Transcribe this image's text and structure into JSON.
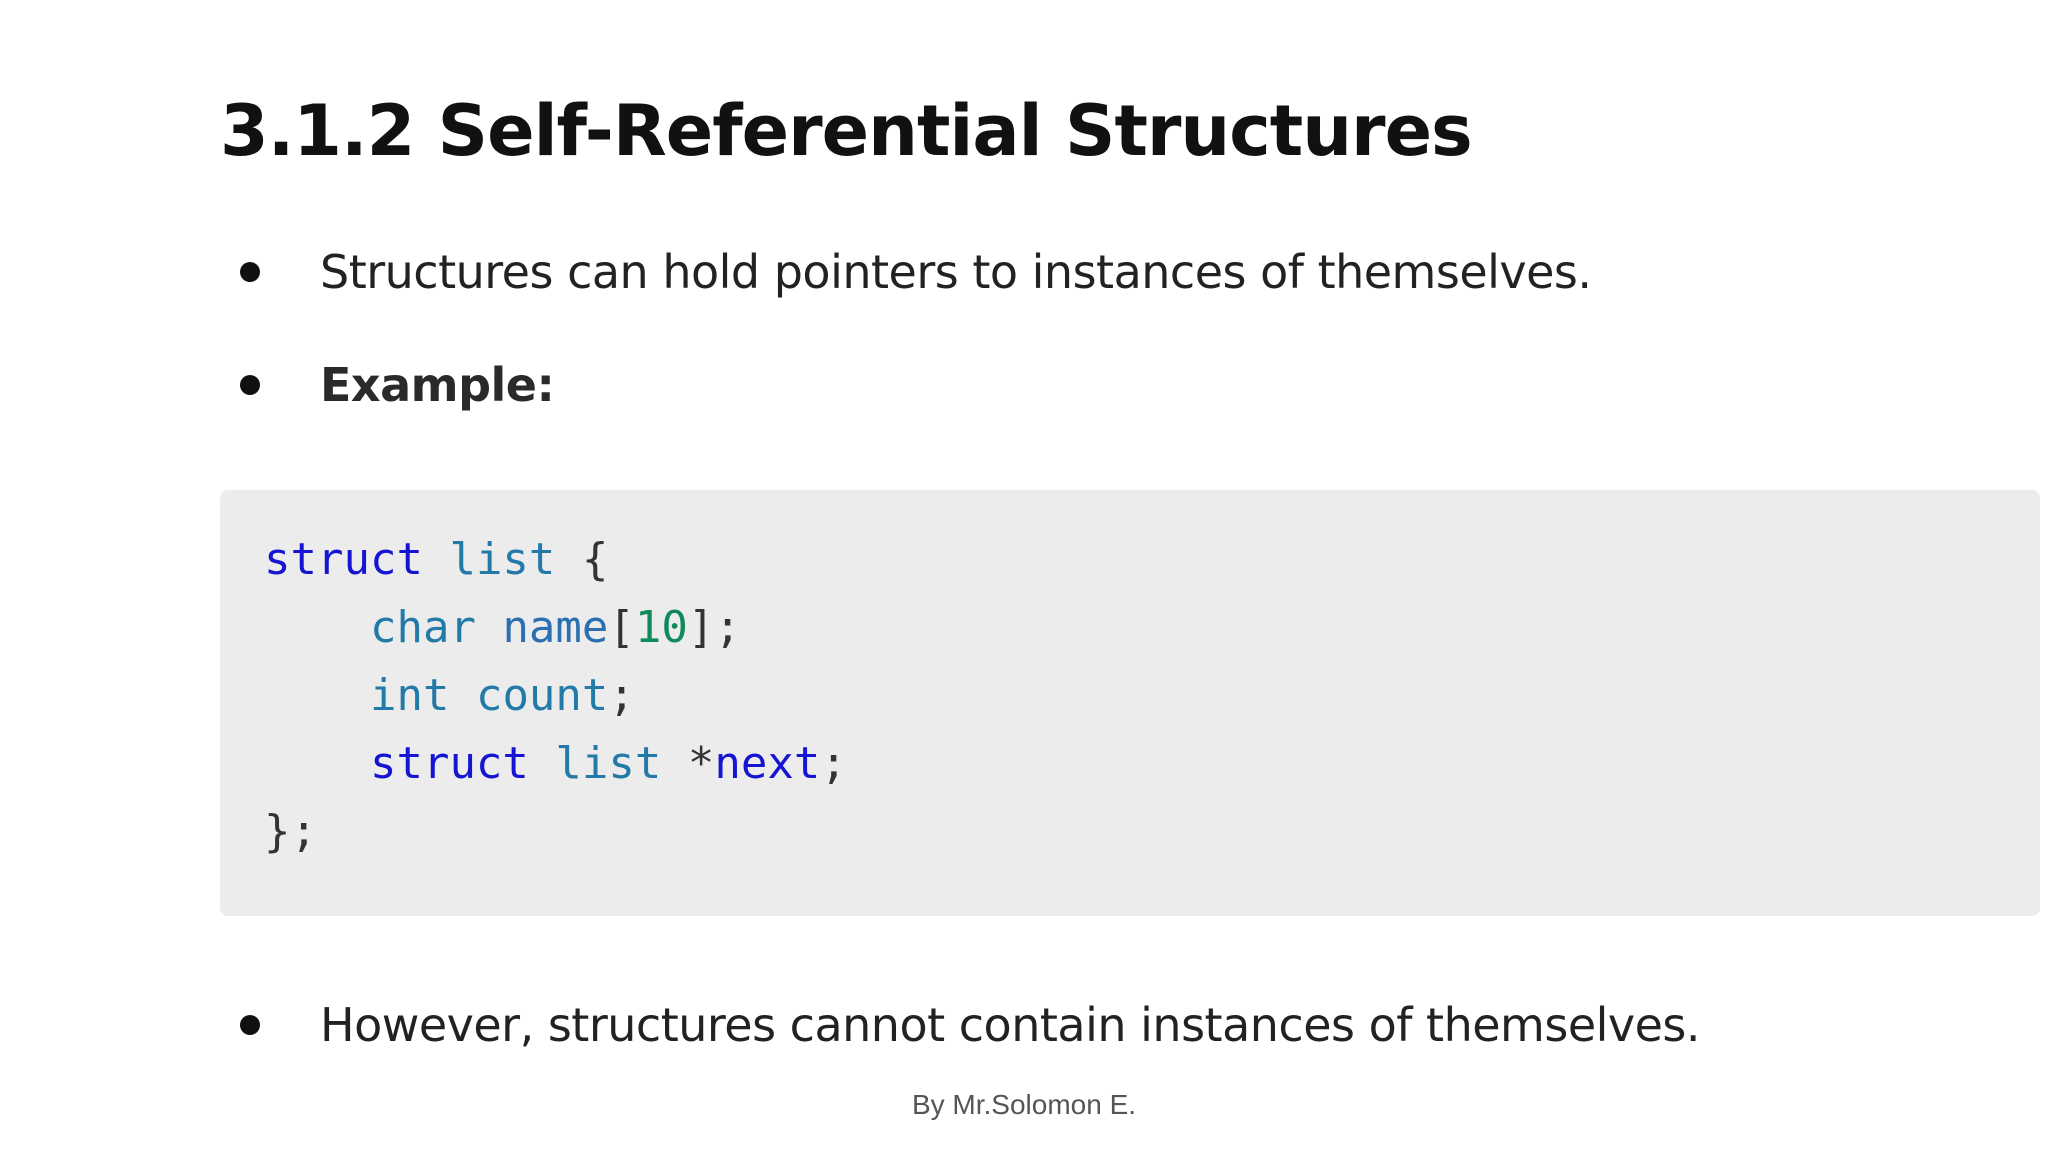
{
  "slide": {
    "title": "3.1.2 Self-Referential Structures",
    "bullets": [
      "Structures can hold pointers to instances of themselves.",
      "Example:",
      "However, structures cannot contain instances of themselves."
    ],
    "code": {
      "line1": {
        "kw": "struct",
        "sp1": " ",
        "name": "list",
        "sp2": " ",
        "brace": "{"
      },
      "line2": {
        "indent": "    ",
        "type": "char",
        "sp1": " ",
        "name": "name",
        "open": "[",
        "num": "10",
        "close": "];"
      },
      "line3": {
        "indent": "    ",
        "type": "int",
        "sp1": " ",
        "name": "count",
        "semi": ";"
      },
      "line4": {
        "indent": "    ",
        "kw": "struct",
        "sp1": " ",
        "type": "list",
        "sp2": " ",
        "star": "*",
        "name": "next",
        "semi": ";"
      },
      "line5": {
        "close": "};"
      }
    },
    "footer": "By Mr.Solomon E."
  },
  "colors": {
    "keyword": "#1414d2",
    "type": "#2379a8",
    "identifier": "#2c6fb0",
    "number": "#0f8a5a",
    "code_background": "#ececec"
  }
}
